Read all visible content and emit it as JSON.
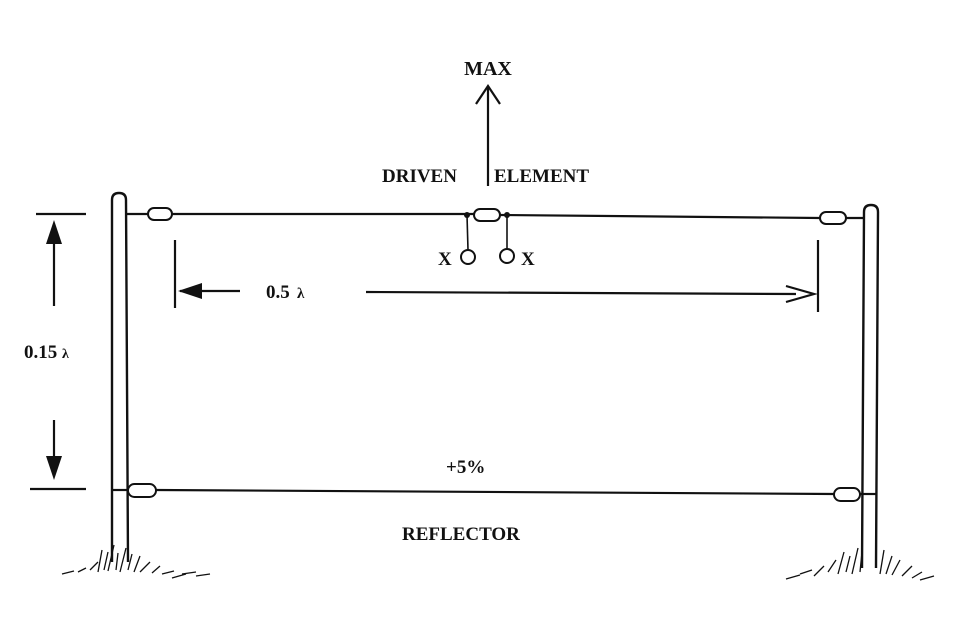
{
  "diagram": {
    "labels": {
      "max": "MAX",
      "driven": "DRIVEN",
      "element": "ELEMENT",
      "feed_left": "X",
      "feed_right": "X",
      "length": "0.5",
      "spacing": "0.15",
      "lambda": "λ",
      "reflector_offset": "+5%",
      "reflector": "REFLECTOR"
    },
    "colors": {
      "ink": "#111111",
      "background": "#ffffff"
    }
  }
}
